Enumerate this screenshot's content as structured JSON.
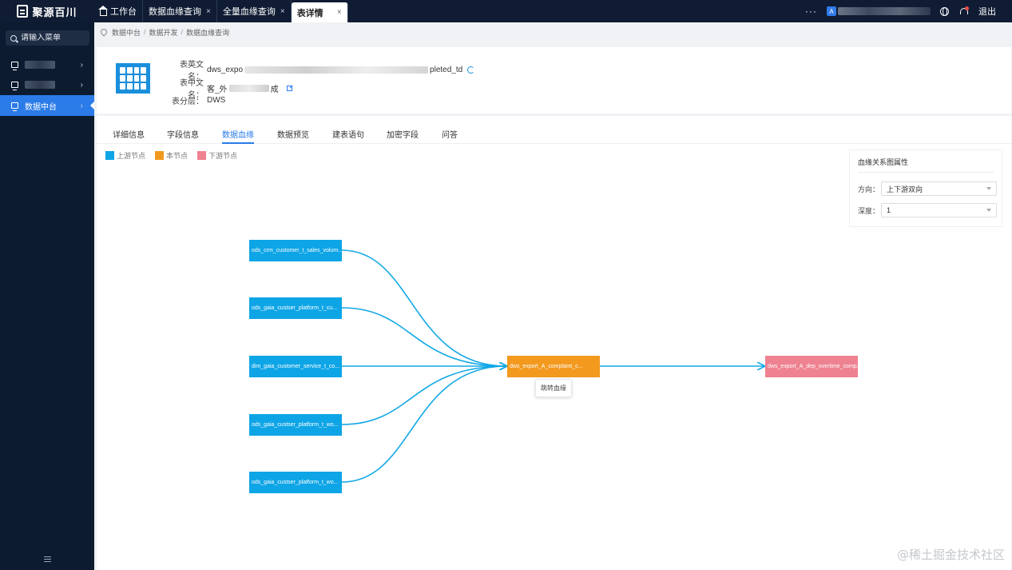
{
  "app": {
    "logo_text": "聚源百川"
  },
  "tabs": [
    {
      "label": "工作台",
      "icon": "home-icon"
    },
    {
      "label": "数据血缘查询",
      "close": "×"
    },
    {
      "label": "全量血缘查询",
      "close": "×"
    },
    {
      "label": "表详情",
      "close": "×"
    }
  ],
  "topbar": {
    "more": "···",
    "user_badge": "A",
    "logout": "退出"
  },
  "sidebar": {
    "search_placeholder": "请输入菜单",
    "items": [
      {
        "label": "",
        "icon": "monitor-icon"
      },
      {
        "label": "",
        "icon": "monitor-icon"
      },
      {
        "label": "数据中台",
        "icon": "monitor-icon",
        "active": true
      }
    ]
  },
  "breadcrumb": [
    "数据中台",
    "数据开发",
    "数据血缘查询"
  ],
  "table_info": {
    "en_label": "表英文名：",
    "en_prefix": "dws_expo",
    "en_suffix": "pleted_td",
    "cn_label": "表中文名：",
    "cn_prefix": "客",
    "cn_mid": "_外",
    "cn_suffix": "成",
    "layer_label": "表分层：",
    "layer_value": "DWS"
  },
  "subtabs": [
    "详细信息",
    "字段信息",
    "数据血缘",
    "数据预览",
    "建表语句",
    "加密字段",
    "问答"
  ],
  "active_subtab": "数据血缘",
  "legend": [
    {
      "label": "上游节点",
      "color": "#0ea5e6"
    },
    {
      "label": "本节点",
      "color": "#f2991e"
    },
    {
      "label": "下游节点",
      "color": "#ee8290"
    }
  ],
  "props": {
    "title": "血缘关系图属性",
    "direction_label": "方向：",
    "direction_value": "上下游双向",
    "depth_label": "深度：",
    "depth_value": "1"
  },
  "lineage": {
    "upstream": [
      "ods_crm_customer_t_sales_volum...",
      "ods_gaia_custser_platform_t_cu...",
      "dim_gaia_customer_service_t_co...",
      "ods_gaia_custser_platform_t_wo...",
      "ods_gaia_custser_platform_t_wo..."
    ],
    "current": "dws_export_A_complaint_c...",
    "downstream": [
      "dws_export_A_dep_overtime_comp..."
    ],
    "edge_color": "#12a8e6",
    "jump_label": "跳转血缘"
  },
  "watermark": "@稀土掘金技术社区"
}
